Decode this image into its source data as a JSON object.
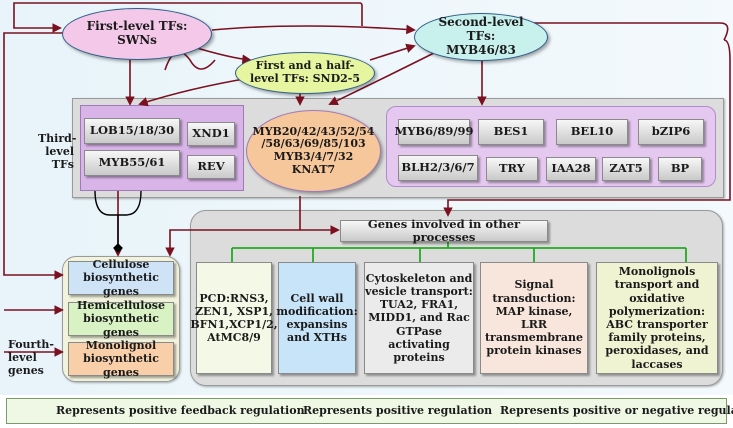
{
  "tfs": {
    "first_level": "First-level TFs: SWNs",
    "first_half": "First and a half-level TFs: SND2-5",
    "second_level": "Second-level TFs: MYB46/83"
  },
  "third_level": {
    "label": "Third-level TFs",
    "left_boxes": [
      "LOB15/18/30",
      "XND1",
      "MYB55/61",
      "REV"
    ],
    "center_ellipse": "MYB20/42/43/52/54 /58/63/69/85/103 MYB3/4/7/32 KNAT7",
    "right_boxes": [
      "MYB6/89/99",
      "BES1",
      "BEL10",
      "bZIP6",
      "BLH2/3/6/7",
      "TRY",
      "IAA28",
      "ZAT5",
      "BP"
    ]
  },
  "fourth_level": {
    "label": "Fourth-level genes",
    "genes": [
      "Cellulose biosynthetic genes",
      "Hemicellulose biosynthetic genes",
      "Monolignol biosynthetic genes"
    ]
  },
  "other_processes": {
    "title": "Genes involved in other processes",
    "categories": [
      "PCD:RNS3, ZEN1, XSP1, BFN1,XCP1/2, AtMC8/9",
      "Cell wall modification: expansins and XTHs",
      "Cytoskeleton and vesicle transport: TUA2, FRA1, MIDD1, and Rac GTPase activating proteins",
      "Signal transduction: MAP kinase, LRR transmembrane protein kinases",
      "Monolignols transport and oxidative polymerization: ABC transporter family proteins, peroxidases, and laccases"
    ]
  },
  "legend": {
    "feedback": "Represents positive feedback regulation",
    "positive": "Represents positive regulation",
    "both": "Represents positive or negative regulation"
  },
  "colors": {
    "arrow": "#7a1020",
    "purple_panel": "#d8b4e8",
    "lavender": "#e9d3f3",
    "pink": "#f3c8e8",
    "green": "#e6f5a0",
    "teal": "#c8f0ec",
    "orange": "#f7c79c"
  }
}
